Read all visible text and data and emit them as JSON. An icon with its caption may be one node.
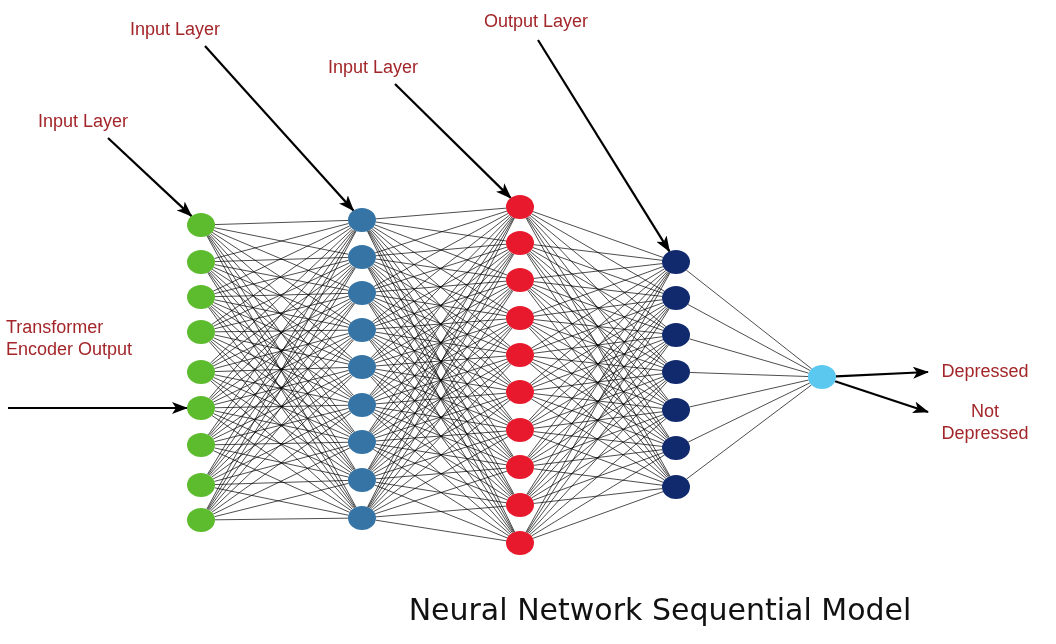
{
  "diagram": {
    "title": "Neural Network Sequential Model",
    "nodes": [
      {
        "text": [
          "Input Layer"
        ]
      },
      {
        "text": [
          "Output Layer"
        ]
      },
      {
        "text": [
          "Input Layer"
        ]
      },
      {
        "text": [
          "Input Layer"
        ]
      },
      {
        "text": [
          "Transformer Encoder Output"
        ]
      },
      {
        "text": [],
        "shape": "circle"
      },
      {
        "text": [],
        "shape": "circle"
      },
      {
        "text": [],
        "shape": "circle"
      },
      {
        "text": [],
        "shape": "circle"
      },
      {
        "text": [],
        "shape": "circle"
      },
      {
        "text": [],
        "shape": "circle"
      },
      {
        "text": [],
        "shape": "circle"
      },
      {
        "text": [],
        "shape": "circle"
      },
      {
        "text": [],
        "shape": "circle"
      },
      {
        "text": [],
        "shape": "circle"
      },
      {
        "text": [],
        "shape": "circle"
      },
      {
        "text": [],
        "shape": "circle"
      },
      {
        "text": [],
        "shape": "circle"
      },
      {
        "text": [],
        "shape": "circle"
      },
      {
        "text": [],
        "shape": "circle"
      },
      {
        "text": [],
        "shape": "circle"
      },
      {
        "text": [],
        "shape": "circle"
      },
      {
        "text": [],
        "shape": "circle"
      },
      {
        "text": [],
        "shape": "circle"
      },
      {
        "text": [],
        "shape": "circle"
      },
      {
        "text": [],
        "shape": "circle"
      },
      {
        "text": [],
        "shape": "circle"
      },
      {
        "text": [],
        "shape": "circle"
      },
      {
        "text": [],
        "shape": "circle"
      },
      {
        "text": [],
        "shape": "circle"
      },
      {
        "text": [],
        "shape": "circle"
      },
      {
        "text": [],
        "shape": "circle"
      },
      {
        "text": [],
        "shape": "circle"
      },
      {
        "text": [],
        "shape": "circle"
      },
      {
        "text": [],
        "shape": "circle"
      },
      {
        "text": [],
        "shape": "circle"
      },
      {
        "text": [],
        "shape": "circle"
      },
      {
        "text": [],
        "shape": "circle"
      },
      {
        "text": [],
        "shape": "circle"
      },
      {
        "text": [],
        "shape": "circle"
      },
      {
        "text": [],
        "shape": "circle"
      },
      {
        "text": [
          "Depressed"
        ]
      },
      {
        "text": [
          "Not Depressed"
        ]
      }
    ],
    "edges": [
      {
        "from": 3,
        "to": 5,
        "arrow": "to"
      },
      {
        "from": 0,
        "to": 14,
        "arrow": "to"
      },
      {
        "from": 2,
        "to": 23,
        "arrow": "to"
      },
      {
        "from": 1,
        "to": 33,
        "arrow": "to"
      },
      {
        "from": 4,
        "to": 10,
        "arrow": "to"
      },
      {
        "from": 40,
        "to": 41,
        "arrow": "to"
      },
      {
        "from": 40,
        "to": 42,
        "arrow": "to"
      },
      {
        "from": 5,
        "to": 14,
        "arrow": "none"
      },
      {
        "from": 5,
        "to": 15,
        "arrow": "none"
      },
      {
        "from": 5,
        "to": 16,
        "arrow": "none"
      },
      {
        "from": 5,
        "to": 17,
        "arrow": "none"
      },
      {
        "from": 5,
        "to": 18,
        "arrow": "none"
      },
      {
        "from": 5,
        "to": 19,
        "arrow": "none"
      },
      {
        "from": 5,
        "to": 20,
        "arrow": "none"
      },
      {
        "from": 5,
        "to": 21,
        "arrow": "none"
      },
      {
        "from": 5,
        "to": 22,
        "arrow": "none"
      },
      {
        "from": 6,
        "to": 14,
        "arrow": "none"
      },
      {
        "from": 6,
        "to": 15,
        "arrow": "none"
      },
      {
        "from": 6,
        "to": 16,
        "arrow": "none"
      },
      {
        "from": 6,
        "to": 17,
        "arrow": "none"
      },
      {
        "from": 6,
        "to": 18,
        "arrow": "none"
      },
      {
        "from": 6,
        "to": 19,
        "arrow": "none"
      },
      {
        "from": 6,
        "to": 20,
        "arrow": "none"
      },
      {
        "from": 6,
        "to": 21,
        "arrow": "none"
      },
      {
        "from": 6,
        "to": 22,
        "arrow": "none"
      },
      {
        "from": 7,
        "to": 14,
        "arrow": "none"
      },
      {
        "from": 7,
        "to": 15,
        "arrow": "none"
      },
      {
        "from": 7,
        "to": 16,
        "arrow": "none"
      },
      {
        "from": 7,
        "to": 17,
        "arrow": "none"
      },
      {
        "from": 7,
        "to": 18,
        "arrow": "none"
      },
      {
        "from": 7,
        "to": 19,
        "arrow": "none"
      },
      {
        "from": 7,
        "to": 20,
        "arrow": "none"
      },
      {
        "from": 7,
        "to": 21,
        "arrow": "none"
      },
      {
        "from": 7,
        "to": 22,
        "arrow": "none"
      },
      {
        "from": 8,
        "to": 14,
        "arrow": "none"
      },
      {
        "from": 8,
        "to": 15,
        "arrow": "none"
      },
      {
        "from": 8,
        "to": 16,
        "arrow": "none"
      },
      {
        "from": 8,
        "to": 17,
        "arrow": "none"
      },
      {
        "from": 8,
        "to": 18,
        "arrow": "none"
      },
      {
        "from": 8,
        "to": 19,
        "arrow": "none"
      },
      {
        "from": 8,
        "to": 20,
        "arrow": "none"
      },
      {
        "from": 8,
        "to": 21,
        "arrow": "none"
      },
      {
        "from": 8,
        "to": 22,
        "arrow": "none"
      },
      {
        "from": 9,
        "to": 14,
        "arrow": "none"
      },
      {
        "from": 9,
        "to": 15,
        "arrow": "none"
      },
      {
        "from": 9,
        "to": 16,
        "arrow": "none"
      },
      {
        "from": 9,
        "to": 17,
        "arrow": "none"
      },
      {
        "from": 9,
        "to": 18,
        "arrow": "none"
      },
      {
        "from": 9,
        "to": 19,
        "arrow": "none"
      },
      {
        "from": 9,
        "to": 20,
        "arrow": "none"
      },
      {
        "from": 9,
        "to": 21,
        "arrow": "none"
      },
      {
        "from": 9,
        "to": 22,
        "arrow": "none"
      },
      {
        "from": 10,
        "to": 14,
        "arrow": "none"
      },
      {
        "from": 10,
        "to": 15,
        "arrow": "none"
      },
      {
        "from": 10,
        "to": 16,
        "arrow": "none"
      },
      {
        "from": 10,
        "to": 17,
        "arrow": "none"
      },
      {
        "from": 10,
        "to": 18,
        "arrow": "none"
      },
      {
        "from": 10,
        "to": 19,
        "arrow": "none"
      },
      {
        "from": 10,
        "to": 20,
        "arrow": "none"
      },
      {
        "from": 10,
        "to": 21,
        "arrow": "none"
      },
      {
        "from": 10,
        "to": 22,
        "arrow": "none"
      },
      {
        "from": 11,
        "to": 14,
        "arrow": "none"
      },
      {
        "from": 11,
        "to": 15,
        "arrow": "none"
      },
      {
        "from": 11,
        "to": 16,
        "arrow": "none"
      },
      {
        "from": 11,
        "to": 17,
        "arrow": "none"
      },
      {
        "from": 11,
        "to": 18,
        "arrow": "none"
      },
      {
        "from": 11,
        "to": 19,
        "arrow": "none"
      },
      {
        "from": 11,
        "to": 20,
        "arrow": "none"
      },
      {
        "from": 11,
        "to": 21,
        "arrow": "none"
      },
      {
        "from": 11,
        "to": 22,
        "arrow": "none"
      },
      {
        "from": 12,
        "to": 14,
        "arrow": "none"
      },
      {
        "from": 12,
        "to": 15,
        "arrow": "none"
      },
      {
        "from": 12,
        "to": 16,
        "arrow": "none"
      },
      {
        "from": 12,
        "to": 17,
        "arrow": "none"
      },
      {
        "from": 12,
        "to": 18,
        "arrow": "none"
      },
      {
        "from": 12,
        "to": 19,
        "arrow": "none"
      },
      {
        "from": 12,
        "to": 20,
        "arrow": "none"
      },
      {
        "from": 12,
        "to": 21,
        "arrow": "none"
      },
      {
        "from": 12,
        "to": 22,
        "arrow": "none"
      },
      {
        "from": 13,
        "to": 14,
        "arrow": "none"
      },
      {
        "from": 13,
        "to": 15,
        "arrow": "none"
      },
      {
        "from": 13,
        "to": 16,
        "arrow": "none"
      },
      {
        "from": 13,
        "to": 17,
        "arrow": "none"
      },
      {
        "from": 13,
        "to": 18,
        "arrow": "none"
      },
      {
        "from": 13,
        "to": 19,
        "arrow": "none"
      },
      {
        "from": 13,
        "to": 20,
        "arrow": "none"
      },
      {
        "from": 13,
        "to": 21,
        "arrow": "none"
      },
      {
        "from": 13,
        "to": 22,
        "arrow": "none"
      },
      {
        "from": 14,
        "to": 23,
        "arrow": "none"
      },
      {
        "from": 14,
        "to": 24,
        "arrow": "none"
      },
      {
        "from": 14,
        "to": 25,
        "arrow": "none"
      },
      {
        "from": 14,
        "to": 26,
        "arrow": "none"
      },
      {
        "from": 14,
        "to": 27,
        "arrow": "none"
      },
      {
        "from": 14,
        "to": 28,
        "arrow": "none"
      },
      {
        "from": 14,
        "to": 29,
        "arrow": "none"
      },
      {
        "from": 14,
        "to": 30,
        "arrow": "none"
      },
      {
        "from": 14,
        "to": 31,
        "arrow": "none"
      },
      {
        "from": 14,
        "to": 32,
        "arrow": "none"
      },
      {
        "from": 15,
        "to": 23,
        "arrow": "none"
      },
      {
        "from": 15,
        "to": 24,
        "arrow": "none"
      },
      {
        "from": 15,
        "to": 25,
        "arrow": "none"
      },
      {
        "from": 15,
        "to": 26,
        "arrow": "none"
      },
      {
        "from": 15,
        "to": 27,
        "arrow": "none"
      },
      {
        "from": 15,
        "to": 28,
        "arrow": "none"
      },
      {
        "from": 15,
        "to": 29,
        "arrow": "none"
      },
      {
        "from": 15,
        "to": 30,
        "arrow": "none"
      },
      {
        "from": 15,
        "to": 31,
        "arrow": "none"
      },
      {
        "from": 15,
        "to": 32,
        "arrow": "none"
      },
      {
        "from": 16,
        "to": 23,
        "arrow": "none"
      },
      {
        "from": 16,
        "to": 24,
        "arrow": "none"
      },
      {
        "from": 16,
        "to": 25,
        "arrow": "none"
      },
      {
        "from": 16,
        "to": 26,
        "arrow": "none"
      },
      {
        "from": 16,
        "to": 27,
        "arrow": "none"
      },
      {
        "from": 16,
        "to": 28,
        "arrow": "none"
      },
      {
        "from": 16,
        "to": 29,
        "arrow": "none"
      },
      {
        "from": 16,
        "to": 30,
        "arrow": "none"
      },
      {
        "from": 16,
        "to": 31,
        "arrow": "none"
      },
      {
        "from": 16,
        "to": 32,
        "arrow": "none"
      },
      {
        "from": 17,
        "to": 23,
        "arrow": "none"
      },
      {
        "from": 17,
        "to": 24,
        "arrow": "none"
      },
      {
        "from": 17,
        "to": 25,
        "arrow": "none"
      },
      {
        "from": 17,
        "to": 26,
        "arrow": "none"
      },
      {
        "from": 17,
        "to": 27,
        "arrow": "none"
      },
      {
        "from": 17,
        "to": 28,
        "arrow": "none"
      },
      {
        "from": 17,
        "to": 29,
        "arrow": "none"
      },
      {
        "from": 17,
        "to": 30,
        "arrow": "none"
      },
      {
        "from": 17,
        "to": 31,
        "arrow": "none"
      },
      {
        "from": 17,
        "to": 32,
        "arrow": "none"
      },
      {
        "from": 18,
        "to": 23,
        "arrow": "none"
      },
      {
        "from": 18,
        "to": 24,
        "arrow": "none"
      },
      {
        "from": 18,
        "to": 25,
        "arrow": "none"
      },
      {
        "from": 18,
        "to": 26,
        "arrow": "none"
      },
      {
        "from": 18,
        "to": 27,
        "arrow": "none"
      },
      {
        "from": 18,
        "to": 28,
        "arrow": "none"
      },
      {
        "from": 18,
        "to": 29,
        "arrow": "none"
      },
      {
        "from": 18,
        "to": 30,
        "arrow": "none"
      },
      {
        "from": 18,
        "to": 31,
        "arrow": "none"
      },
      {
        "from": 18,
        "to": 32,
        "arrow": "none"
      },
      {
        "from": 19,
        "to": 23,
        "arrow": "none"
      },
      {
        "from": 19,
        "to": 24,
        "arrow": "none"
      },
      {
        "from": 19,
        "to": 25,
        "arrow": "none"
      },
      {
        "from": 19,
        "to": 26,
        "arrow": "none"
      },
      {
        "from": 19,
        "to": 27,
        "arrow": "none"
      },
      {
        "from": 19,
        "to": 28,
        "arrow": "none"
      },
      {
        "from": 19,
        "to": 29,
        "arrow": "none"
      },
      {
        "from": 19,
        "to": 30,
        "arrow": "none"
      },
      {
        "from": 19,
        "to": 31,
        "arrow": "none"
      },
      {
        "from": 19,
        "to": 32,
        "arrow": "none"
      },
      {
        "from": 20,
        "to": 23,
        "arrow": "none"
      },
      {
        "from": 20,
        "to": 24,
        "arrow": "none"
      },
      {
        "from": 20,
        "to": 25,
        "arrow": "none"
      },
      {
        "from": 20,
        "to": 26,
        "arrow": "none"
      },
      {
        "from": 20,
        "to": 27,
        "arrow": "none"
      },
      {
        "from": 20,
        "to": 28,
        "arrow": "none"
      },
      {
        "from": 20,
        "to": 29,
        "arrow": "none"
      },
      {
        "from": 20,
        "to": 30,
        "arrow": "none"
      },
      {
        "from": 20,
        "to": 31,
        "arrow": "none"
      },
      {
        "from": 20,
        "to": 32,
        "arrow": "none"
      },
      {
        "from": 21,
        "to": 23,
        "arrow": "none"
      },
      {
        "from": 21,
        "to": 24,
        "arrow": "none"
      },
      {
        "from": 21,
        "to": 25,
        "arrow": "none"
      },
      {
        "from": 21,
        "to": 26,
        "arrow": "none"
      },
      {
        "from": 21,
        "to": 27,
        "arrow": "none"
      },
      {
        "from": 21,
        "to": 28,
        "arrow": "none"
      },
      {
        "from": 21,
        "to": 29,
        "arrow": "none"
      },
      {
        "from": 21,
        "to": 30,
        "arrow": "none"
      },
      {
        "from": 21,
        "to": 31,
        "arrow": "none"
      },
      {
        "from": 21,
        "to": 32,
        "arrow": "none"
      },
      {
        "from": 22,
        "to": 23,
        "arrow": "none"
      },
      {
        "from": 22,
        "to": 24,
        "arrow": "none"
      },
      {
        "from": 22,
        "to": 25,
        "arrow": "none"
      },
      {
        "from": 22,
        "to": 26,
        "arrow": "none"
      },
      {
        "from": 22,
        "to": 27,
        "arrow": "none"
      },
      {
        "from": 22,
        "to": 28,
        "arrow": "none"
      },
      {
        "from": 22,
        "to": 29,
        "arrow": "none"
      },
      {
        "from": 22,
        "to": 30,
        "arrow": "none"
      },
      {
        "from": 22,
        "to": 31,
        "arrow": "none"
      },
      {
        "from": 22,
        "to": 32,
        "arrow": "none"
      },
      {
        "from": 23,
        "to": 33,
        "arrow": "none"
      },
      {
        "from": 23,
        "to": 34,
        "arrow": "none"
      },
      {
        "from": 23,
        "to": 35,
        "arrow": "none"
      },
      {
        "from": 23,
        "to": 36,
        "arrow": "none"
      },
      {
        "from": 23,
        "to": 37,
        "arrow": "none"
      },
      {
        "from": 23,
        "to": 38,
        "arrow": "none"
      },
      {
        "from": 23,
        "to": 39,
        "arrow": "none"
      },
      {
        "from": 24,
        "to": 33,
        "arrow": "none"
      },
      {
        "from": 24,
        "to": 34,
        "arrow": "none"
      },
      {
        "from": 24,
        "to": 35,
        "arrow": "none"
      },
      {
        "from": 24,
        "to": 36,
        "arrow": "none"
      },
      {
        "from": 24,
        "to": 37,
        "arrow": "none"
      },
      {
        "from": 24,
        "to": 38,
        "arrow": "none"
      },
      {
        "from": 24,
        "to": 39,
        "arrow": "none"
      },
      {
        "from": 25,
        "to": 33,
        "arrow": "none"
      },
      {
        "from": 25,
        "to": 34,
        "arrow": "none"
      },
      {
        "from": 25,
        "to": 35,
        "arrow": "none"
      },
      {
        "from": 25,
        "to": 36,
        "arrow": "none"
      },
      {
        "from": 25,
        "to": 37,
        "arrow": "none"
      },
      {
        "from": 25,
        "to": 38,
        "arrow": "none"
      },
      {
        "from": 25,
        "to": 39,
        "arrow": "none"
      },
      {
        "from": 26,
        "to": 33,
        "arrow": "none"
      },
      {
        "from": 26,
        "to": 34,
        "arrow": "none"
      },
      {
        "from": 26,
        "to": 35,
        "arrow": "none"
      },
      {
        "from": 26,
        "to": 36,
        "arrow": "none"
      },
      {
        "from": 26,
        "to": 37,
        "arrow": "none"
      },
      {
        "from": 26,
        "to": 38,
        "arrow": "none"
      },
      {
        "from": 26,
        "to": 39,
        "arrow": "none"
      },
      {
        "from": 27,
        "to": 33,
        "arrow": "none"
      },
      {
        "from": 27,
        "to": 34,
        "arrow": "none"
      },
      {
        "from": 27,
        "to": 35,
        "arrow": "none"
      },
      {
        "from": 27,
        "to": 36,
        "arrow": "none"
      },
      {
        "from": 27,
        "to": 37,
        "arrow": "none"
      },
      {
        "from": 27,
        "to": 38,
        "arrow": "none"
      },
      {
        "from": 27,
        "to": 39,
        "arrow": "none"
      },
      {
        "from": 28,
        "to": 33,
        "arrow": "none"
      },
      {
        "from": 28,
        "to": 34,
        "arrow": "none"
      },
      {
        "from": 28,
        "to": 35,
        "arrow": "none"
      },
      {
        "from": 28,
        "to": 36,
        "arrow": "none"
      },
      {
        "from": 28,
        "to": 37,
        "arrow": "none"
      },
      {
        "from": 28,
        "to": 38,
        "arrow": "none"
      },
      {
        "from": 28,
        "to": 39,
        "arrow": "none"
      },
      {
        "from": 29,
        "to": 33,
        "arrow": "none"
      },
      {
        "from": 29,
        "to": 34,
        "arrow": "none"
      },
      {
        "from": 29,
        "to": 35,
        "arrow": "none"
      },
      {
        "from": 29,
        "to": 36,
        "arrow": "none"
      },
      {
        "from": 29,
        "to": 37,
        "arrow": "none"
      },
      {
        "from": 29,
        "to": 38,
        "arrow": "none"
      },
      {
        "from": 29,
        "to": 39,
        "arrow": "none"
      },
      {
        "from": 30,
        "to": 33,
        "arrow": "none"
      },
      {
        "from": 30,
        "to": 34,
        "arrow": "none"
      },
      {
        "from": 30,
        "to": 35,
        "arrow": "none"
      },
      {
        "from": 30,
        "to": 36,
        "arrow": "none"
      },
      {
        "from": 30,
        "to": 37,
        "arrow": "none"
      },
      {
        "from": 30,
        "to": 38,
        "arrow": "none"
      },
      {
        "from": 30,
        "to": 39,
        "arrow": "none"
      },
      {
        "from": 31,
        "to": 33,
        "arrow": "none"
      },
      {
        "from": 31,
        "to": 34,
        "arrow": "none"
      },
      {
        "from": 31,
        "to": 35,
        "arrow": "none"
      },
      {
        "from": 31,
        "to": 36,
        "arrow": "none"
      },
      {
        "from": 31,
        "to": 37,
        "arrow": "none"
      },
      {
        "from": 31,
        "to": 38,
        "arrow": "none"
      },
      {
        "from": 31,
        "to": 39,
        "arrow": "none"
      },
      {
        "from": 32,
        "to": 33,
        "arrow": "none"
      },
      {
        "from": 32,
        "to": 34,
        "arrow": "none"
      },
      {
        "from": 32,
        "to": 35,
        "arrow": "none"
      },
      {
        "from": 32,
        "to": 36,
        "arrow": "none"
      },
      {
        "from": 32,
        "to": 37,
        "arrow": "none"
      },
      {
        "from": 32,
        "to": 38,
        "arrow": "none"
      },
      {
        "from": 32,
        "to": 39,
        "arrow": "none"
      },
      {
        "from": 33,
        "to": 40,
        "arrow": "none"
      },
      {
        "from": 34,
        "to": 40,
        "arrow": "none"
      },
      {
        "from": 35,
        "to": 40,
        "arrow": "none"
      },
      {
        "from": 36,
        "to": 40,
        "arrow": "none"
      },
      {
        "from": 37,
        "to": 40,
        "arrow": "none"
      },
      {
        "from": 38,
        "to": 40,
        "arrow": "none"
      },
      {
        "from": 39,
        "to": 40,
        "arrow": "none"
      }
    ]
  }
}
